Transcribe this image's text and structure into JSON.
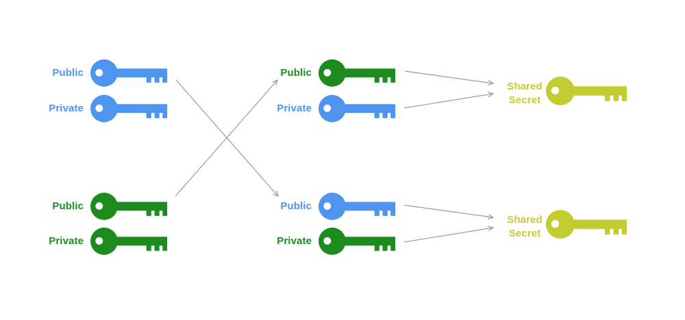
{
  "colors": {
    "blue": "#4e95ef",
    "green": "#1e8b1e",
    "yellow": "#c4cc34",
    "arrow": "#9b9b9b"
  },
  "connections": {
    "color": "arrow"
  },
  "groups": {
    "left_top": {
      "public": "Public",
      "private": "Private",
      "public_color": "blue",
      "private_color": "blue"
    },
    "left_bottom": {
      "public": "Public",
      "private": "Private",
      "public_color": "green",
      "private_color": "green"
    },
    "mid_top": {
      "public": "Public",
      "private": "Private",
      "public_color": "green",
      "private_color": "blue"
    },
    "mid_bottom": {
      "public": "Public",
      "private": "Private",
      "public_color": "blue",
      "private_color": "green"
    }
  },
  "shared_top": {
    "line1": "Shared",
    "line2": "Secret",
    "color": "yellow"
  },
  "shared_bottom": {
    "line1": "Shared",
    "line2": "Secret",
    "color": "yellow"
  }
}
